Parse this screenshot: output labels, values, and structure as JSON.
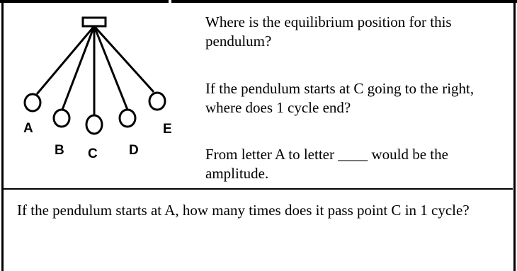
{
  "diagram": {
    "labels": [
      "A",
      "B",
      "C",
      "D",
      "E"
    ]
  },
  "questions": {
    "equilibrium": "Where is the equilibrium position for this pendulum?",
    "cycle_end": "If the pendulum starts at C going to the right, where does 1 cycle end?",
    "amplitude": "From letter A to letter ____ would be the amplitude.",
    "passes": "If the pendulum starts at A, how many times does it pass point C in 1 cycle?"
  }
}
